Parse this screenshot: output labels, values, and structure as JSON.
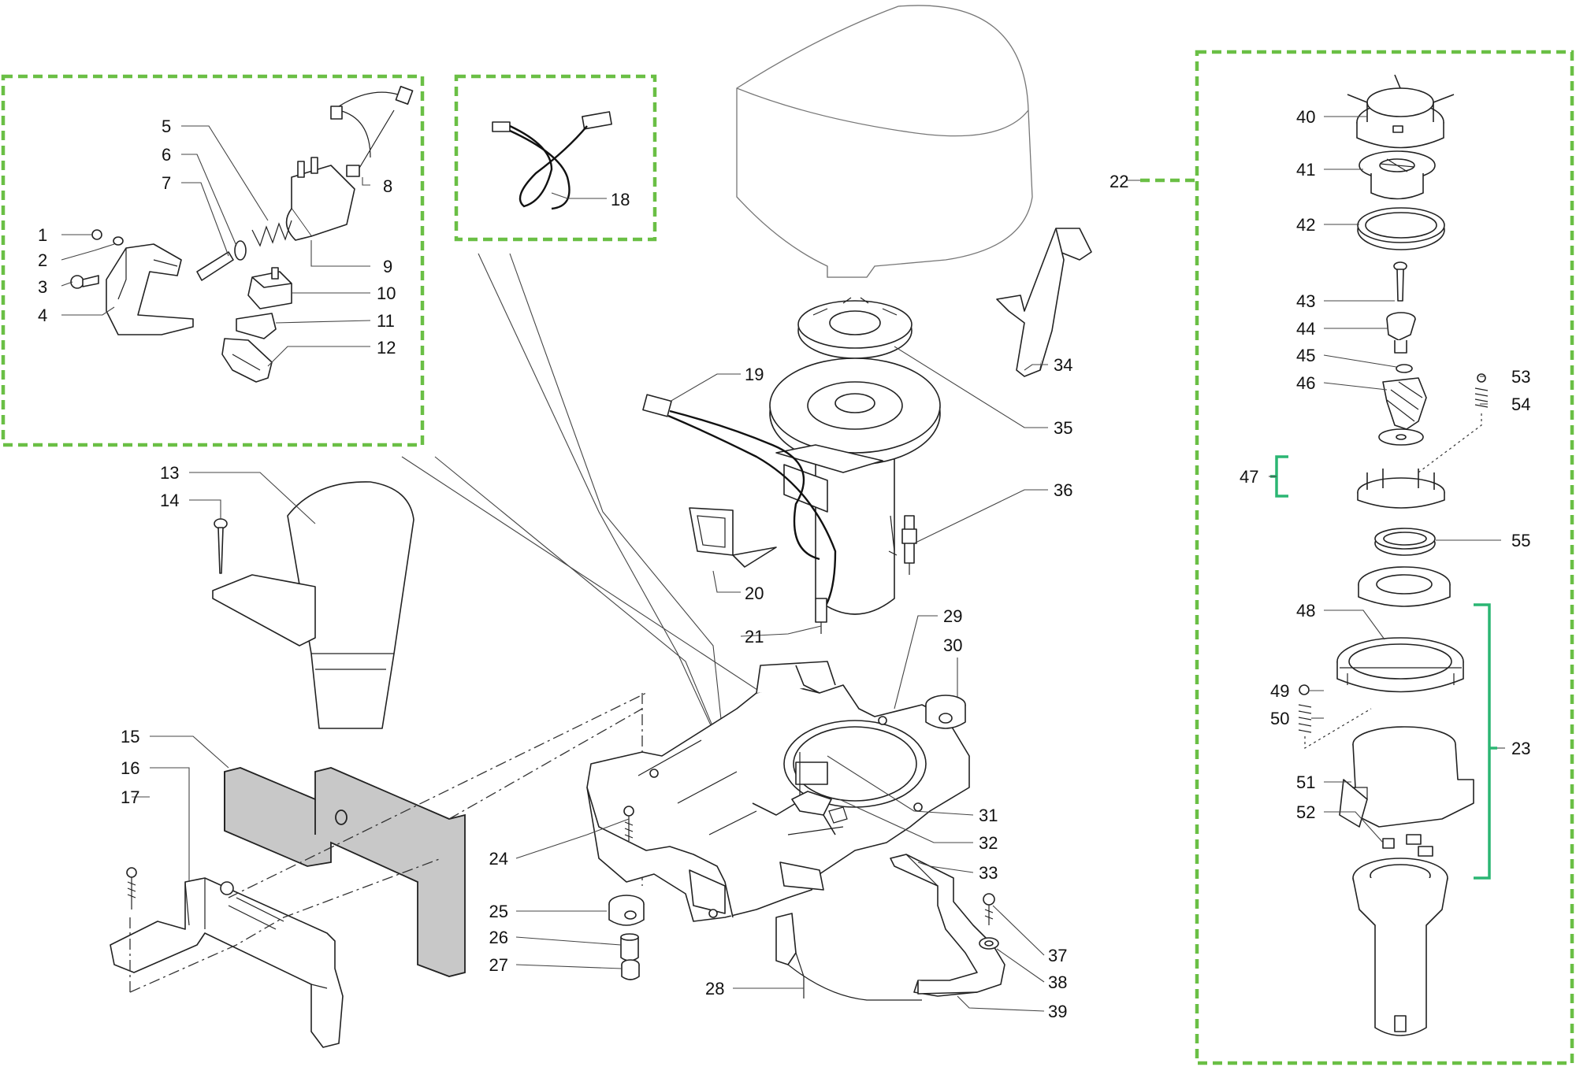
{
  "callouts": {
    "n1": "1",
    "n2": "2",
    "n3": "3",
    "n4": "4",
    "n5": "5",
    "n6": "6",
    "n7": "7",
    "n8": "8",
    "n9": "9",
    "n10": "10",
    "n11": "11",
    "n12": "12",
    "n13": "13",
    "n14": "14",
    "n15": "15",
    "n16": "16",
    "n17": "17",
    "n18": "18",
    "n19": "19",
    "n20": "20",
    "n21": "21",
    "n22": "22",
    "n23": "23",
    "n24": "24",
    "n25": "25",
    "n26": "26",
    "n27": "27",
    "n28": "28",
    "n29": "29",
    "n30": "30",
    "n31": "31",
    "n32": "32",
    "n33": "33",
    "n34": "34",
    "n35": "35",
    "n36": "36",
    "n37": "37",
    "n38": "38",
    "n39": "39",
    "n40": "40",
    "n41": "41",
    "n42": "42",
    "n43": "43",
    "n44": "44",
    "n45": "45",
    "n46": "46",
    "n47": "47",
    "n48": "48",
    "n49": "49",
    "n50": "50",
    "n51": "51",
    "n52": "52",
    "n53": "53",
    "n54": "54",
    "n55": "55"
  },
  "colors": {
    "group_box": "#6abf45",
    "bracket": "#2bb673",
    "highlight_part": "#c8c8c8"
  }
}
